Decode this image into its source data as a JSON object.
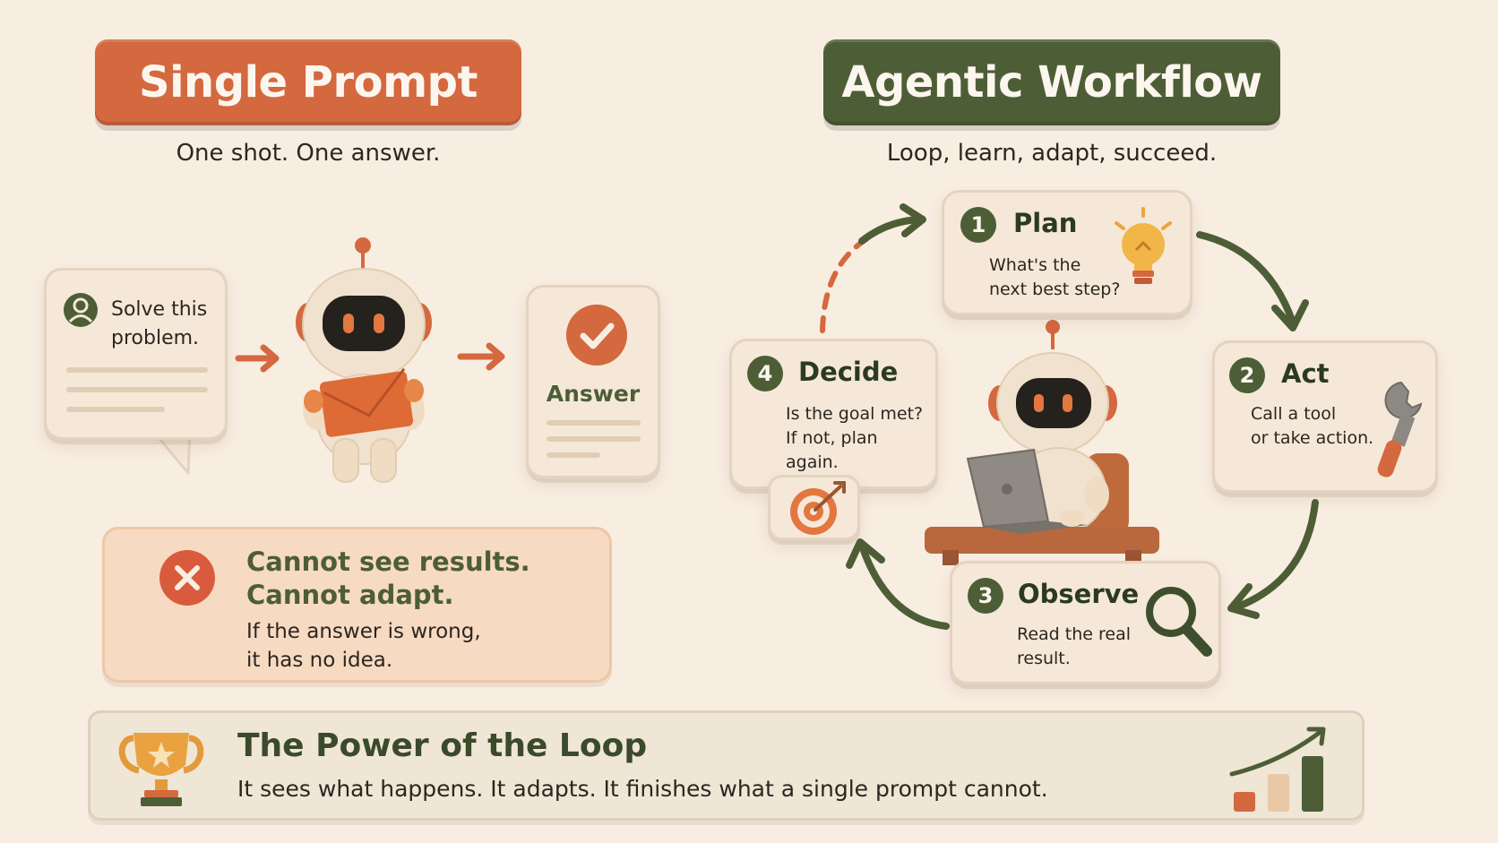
{
  "single": {
    "title": "Single Prompt",
    "subtitle": "One shot. One answer.",
    "question": "Solve this problem.",
    "answer_label": "Answer",
    "limit_title": "Cannot see results.\nCannot adapt.",
    "limit_desc": "If the answer is wrong,\nit has no idea."
  },
  "agentic": {
    "title": "Agentic Workflow",
    "subtitle": "Loop, learn, adapt, succeed.",
    "steps": [
      {
        "num": "1",
        "title": "Plan",
        "desc": "What's the\nnext best step?",
        "icon": "lightbulb-icon"
      },
      {
        "num": "2",
        "title": "Act",
        "desc": "Call a tool\nor take action.",
        "icon": "wrench-icon"
      },
      {
        "num": "3",
        "title": "Observe",
        "desc": "Read the real\nresult.",
        "icon": "magnifier-icon"
      },
      {
        "num": "4",
        "title": "Decide",
        "desc": "Is the goal met?\nIf not, plan again.",
        "icon": "target-icon"
      }
    ]
  },
  "power": {
    "title": "The Power of the Loop",
    "desc": "It sees what happens. It adapts. It finishes what a single prompt cannot."
  },
  "colors": {
    "background": "#f8ede1",
    "orange": "#d4683f",
    "green": "#4d5e36",
    "card": "#f5e8d8",
    "cream": "#f1e2cf"
  }
}
